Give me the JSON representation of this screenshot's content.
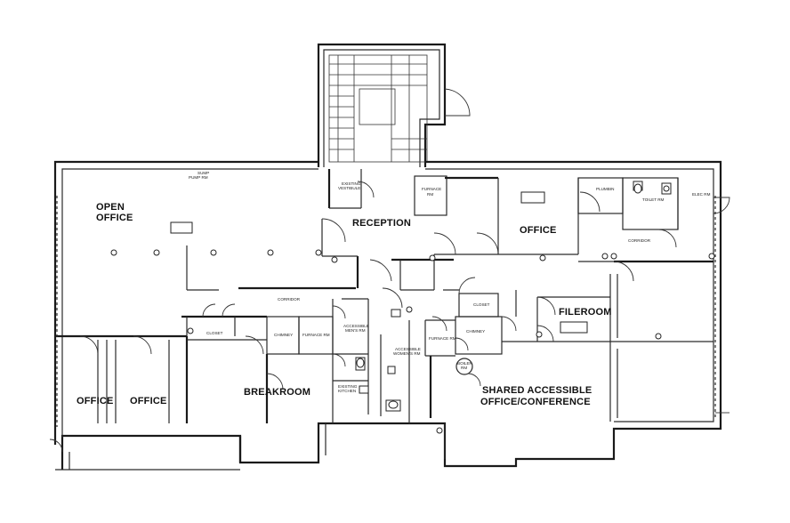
{
  "rooms": {
    "open_office_1": "OPEN",
    "open_office_2": "OFFICE",
    "reception": "RECEPTION",
    "office_right": "OFFICE",
    "fileroom": "FILEROOM",
    "breakroom": "BREAKROOM",
    "office_left_1": "OFFICE",
    "office_left_2": "OFFICE",
    "shared_1": "SHARED ACCESSIBLE",
    "shared_2": "OFFICE/CONFERENCE"
  },
  "small_labels": {
    "sump_1": "SUMP",
    "sump_2": "PUMP RM",
    "existing_vest_1": "EXISTING",
    "existing_vest_2": "VESTIBULE",
    "furnace_top_1": "FURNACE",
    "furnace_top_2": "RM",
    "plumbing": "PLUMBIN",
    "toilet_rm": "TOILET RM",
    "elec_rm": "ELEC RM",
    "corridor_left": "CORRIDOR",
    "corridor_right": "CORRIDOR",
    "closet_left": "CLOSET",
    "closet_mid": "CLOSET",
    "chimney_left": "CHIMNEY",
    "chimney_right": "CHIMNEY",
    "furnace_left": "FURNACE RM",
    "furnace_right": "FURNACE RM",
    "acc_mens_1": "ACCESSIBLE",
    "acc_mens_2": "MEN'S RM",
    "acc_womens_1": "ACCESSIBLE",
    "acc_womens_2": "WOMEN'S RM",
    "existing_kitchen_1": "EXISTING",
    "existing_kitchen_2": "KITCHEN",
    "boiler_1": "BOILER",
    "boiler_2": "RM"
  }
}
